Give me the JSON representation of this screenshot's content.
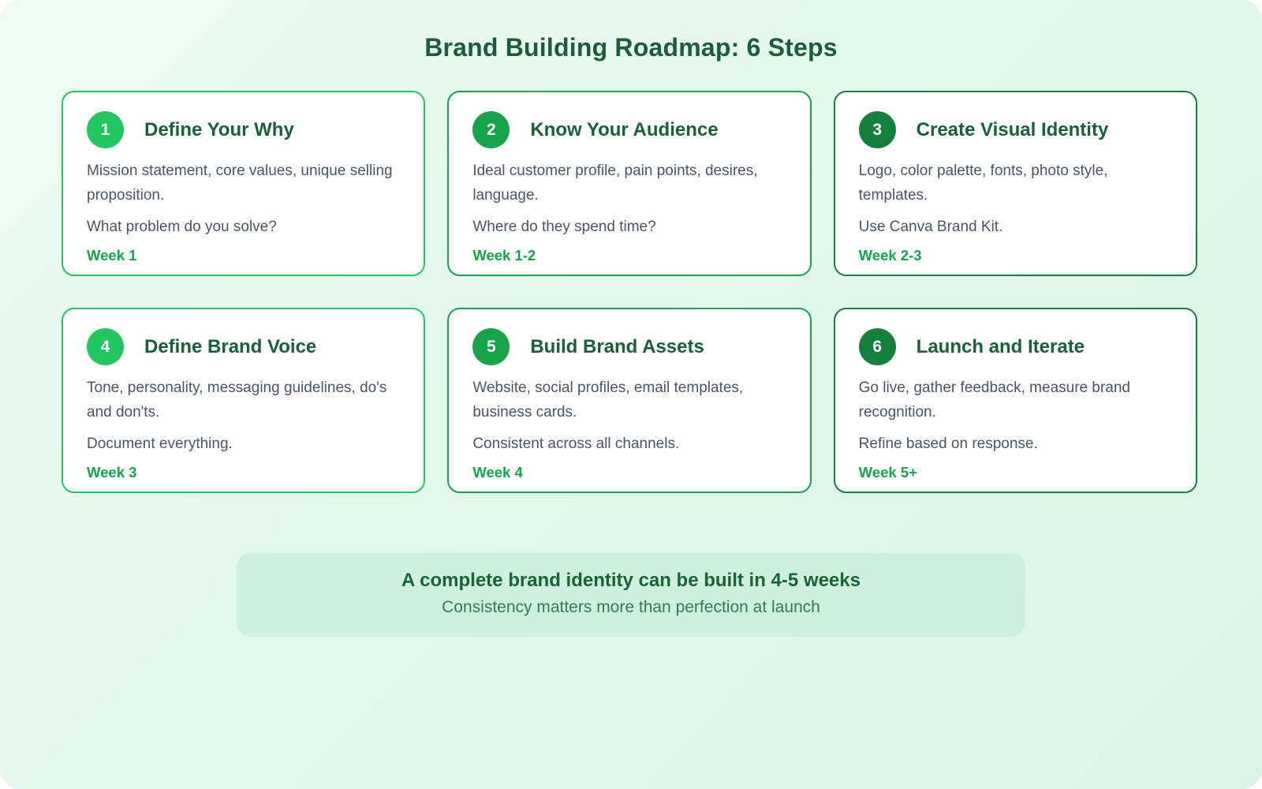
{
  "page": {
    "title": "Brand Building Roadmap: 6 Steps"
  },
  "colors": {
    "accent_bright_green": "#22c55e",
    "accent_medium_green": "#16a34a",
    "accent_dark_green": "#15803d",
    "title_green": "#1d5c38",
    "card_title_green": "#19603a",
    "body_slate": "#475569",
    "week_green": "#16a34a",
    "footer_bg": "#cff0dc",
    "canvas_bg_start": "#eefaf2",
    "canvas_bg_end": "#d8f4e2"
  },
  "cards": [
    {
      "number": "1",
      "title": "Define Your Why",
      "body": "Mission statement, core values, unique selling proposition.",
      "hint": "What problem do you solve?",
      "week": "Week 1",
      "accent": "#22c55e"
    },
    {
      "number": "2",
      "title": "Know Your Audience",
      "body": "Ideal customer profile, pain points, desires, language.",
      "hint": "Where do they spend time?",
      "week": "Week 1-2",
      "accent": "#16a34a"
    },
    {
      "number": "3",
      "title": "Create Visual Identity",
      "body": "Logo, color palette, fonts, photo style, templates.",
      "hint": "Use Canva Brand Kit.",
      "week": "Week 2-3",
      "accent": "#15803d"
    },
    {
      "number": "4",
      "title": "Define Brand Voice",
      "body": "Tone, personality, messaging guidelines, do's and don'ts.",
      "hint": "Document everything.",
      "week": "Week 3",
      "accent": "#22c55e"
    },
    {
      "number": "5",
      "title": "Build Brand Assets",
      "body": "Website, social profiles, email templates, business cards.",
      "hint": "Consistent across all channels.",
      "week": "Week 4",
      "accent": "#16a34a"
    },
    {
      "number": "6",
      "title": "Launch and Iterate",
      "body": "Go live, gather feedback, measure brand recognition.",
      "hint": "Refine based on response.",
      "week": "Week 5+",
      "accent": "#15803d"
    }
  ],
  "footer": {
    "headline": "A complete brand identity can be built in 4-5 weeks",
    "subline": "Consistency matters more than perfection at launch"
  }
}
